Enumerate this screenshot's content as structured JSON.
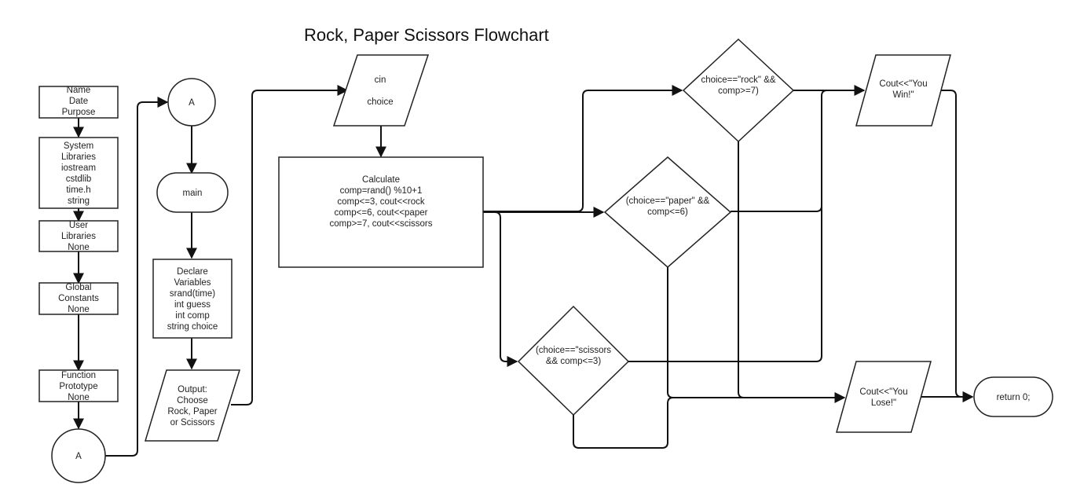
{
  "title": "Rock, Paper Scissors Flowchart",
  "nodes": {
    "header": [
      "Name",
      "Date",
      "Purpose"
    ],
    "system_libraries": [
      "System",
      "Libraries",
      "iostream",
      "cstdlib",
      "time.h",
      "string"
    ],
    "user_libraries": [
      "User",
      "Libraries",
      "None"
    ],
    "global_constants": [
      "Global",
      "Constants",
      "None"
    ],
    "function_prototype": [
      "Function",
      "Prototype",
      "None"
    ],
    "connector_bottom": [
      "A"
    ],
    "connector_top": [
      "A"
    ],
    "main": [
      "main"
    ],
    "declare_variables": [
      "Declare",
      "Variables",
      "srand(time)",
      "int guess",
      "int comp",
      "string choice"
    ],
    "output_choose": [
      "Output:",
      "Choose",
      "Rock, Paper",
      "or Scissors"
    ],
    "cin_choice": [
      "cin",
      "choice"
    ],
    "calculate": [
      "Calculate",
      "comp=rand() %10+1",
      "comp<=3, cout<<rock",
      "comp<=6, cout<<paper",
      "comp>=7, cout<<scissors"
    ],
    "decision_rock": [
      "choice==\"rock\" &&",
      "comp>=7)"
    ],
    "decision_paper": [
      "(choice==\"paper\" &&",
      "comp<=6)"
    ],
    "decision_scissors": [
      "(choice==\"scissors",
      "&& comp<=3)"
    ],
    "cout_win": [
      "Cout<<\"You",
      "Win!\""
    ],
    "cout_lose": [
      "Cout<<\"You",
      "Lose!\""
    ],
    "return": [
      "return 0;"
    ]
  }
}
